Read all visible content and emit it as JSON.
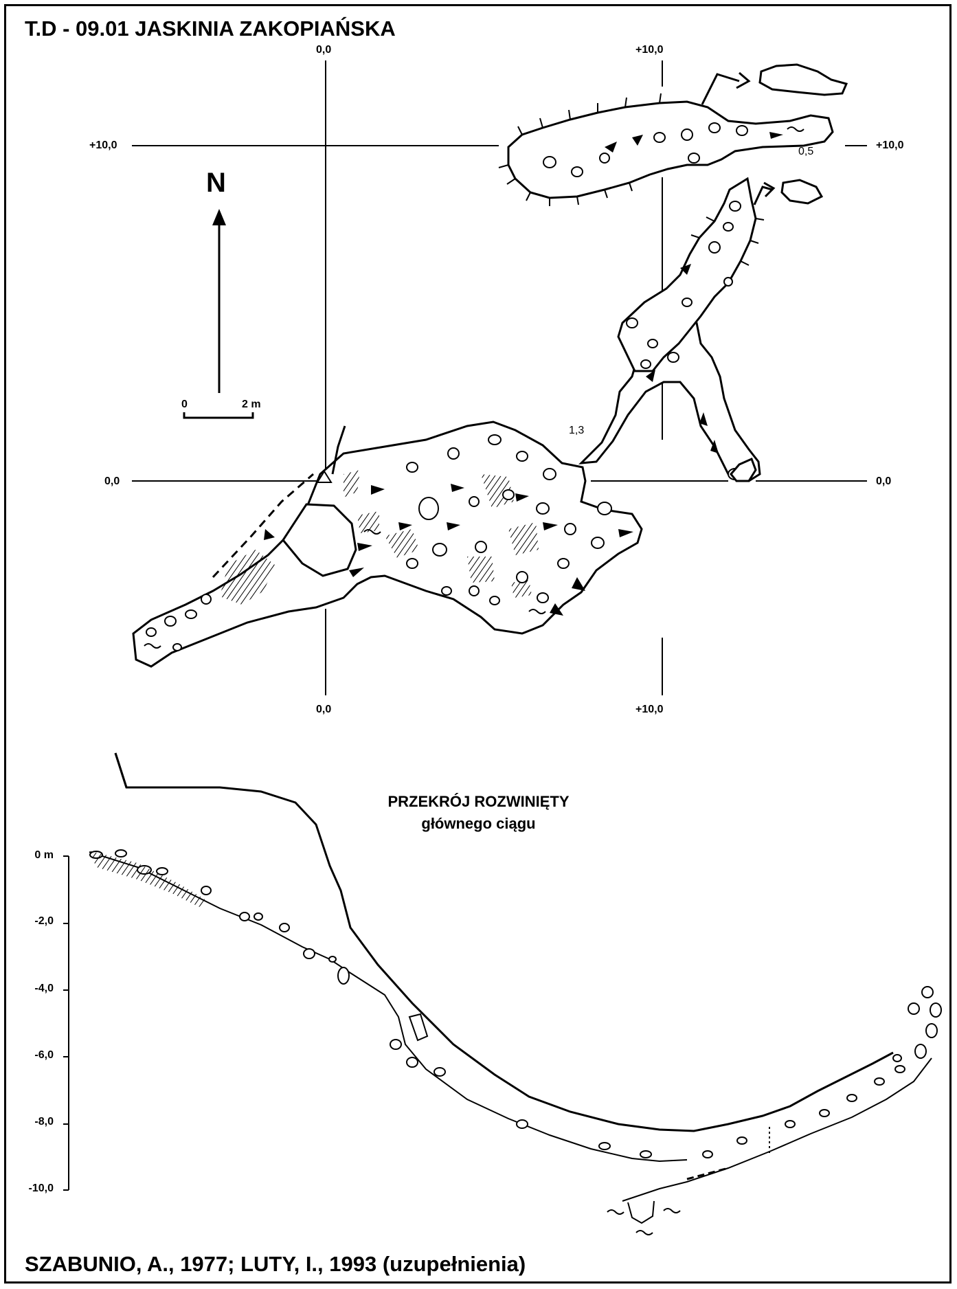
{
  "title": "T.D - 09.01  JASKINIA ZAKOPIAŃSKA",
  "credit": "SZABUNIO, A., 1977; LUTY, I., 1993 (uzupełnienia)",
  "plan": {
    "north_label": "N",
    "scale": {
      "start": "0",
      "end": "2 m"
    },
    "grid_labels": {
      "top_x0": "0,0",
      "top_x10": "+10,0",
      "bottom_x0": "0,0",
      "bottom_x10": "+10,0",
      "left_y10": "+10,0",
      "right_y10": "+10,0",
      "left_y0": "0,0",
      "right_y0": "0,0"
    },
    "annotations": {
      "height_1": "1,3",
      "height_2": "0,5"
    }
  },
  "section": {
    "title_line1": "PRZEKRÓJ ROZWINIĘTY",
    "title_line2": "głównego ciągu",
    "y_ticks": [
      "0 m",
      "-2,0",
      "-4,0",
      "-6,0",
      "-8,0",
      "-10,0"
    ]
  },
  "colors": {
    "ink": "#000000",
    "paper": "#ffffff"
  }
}
